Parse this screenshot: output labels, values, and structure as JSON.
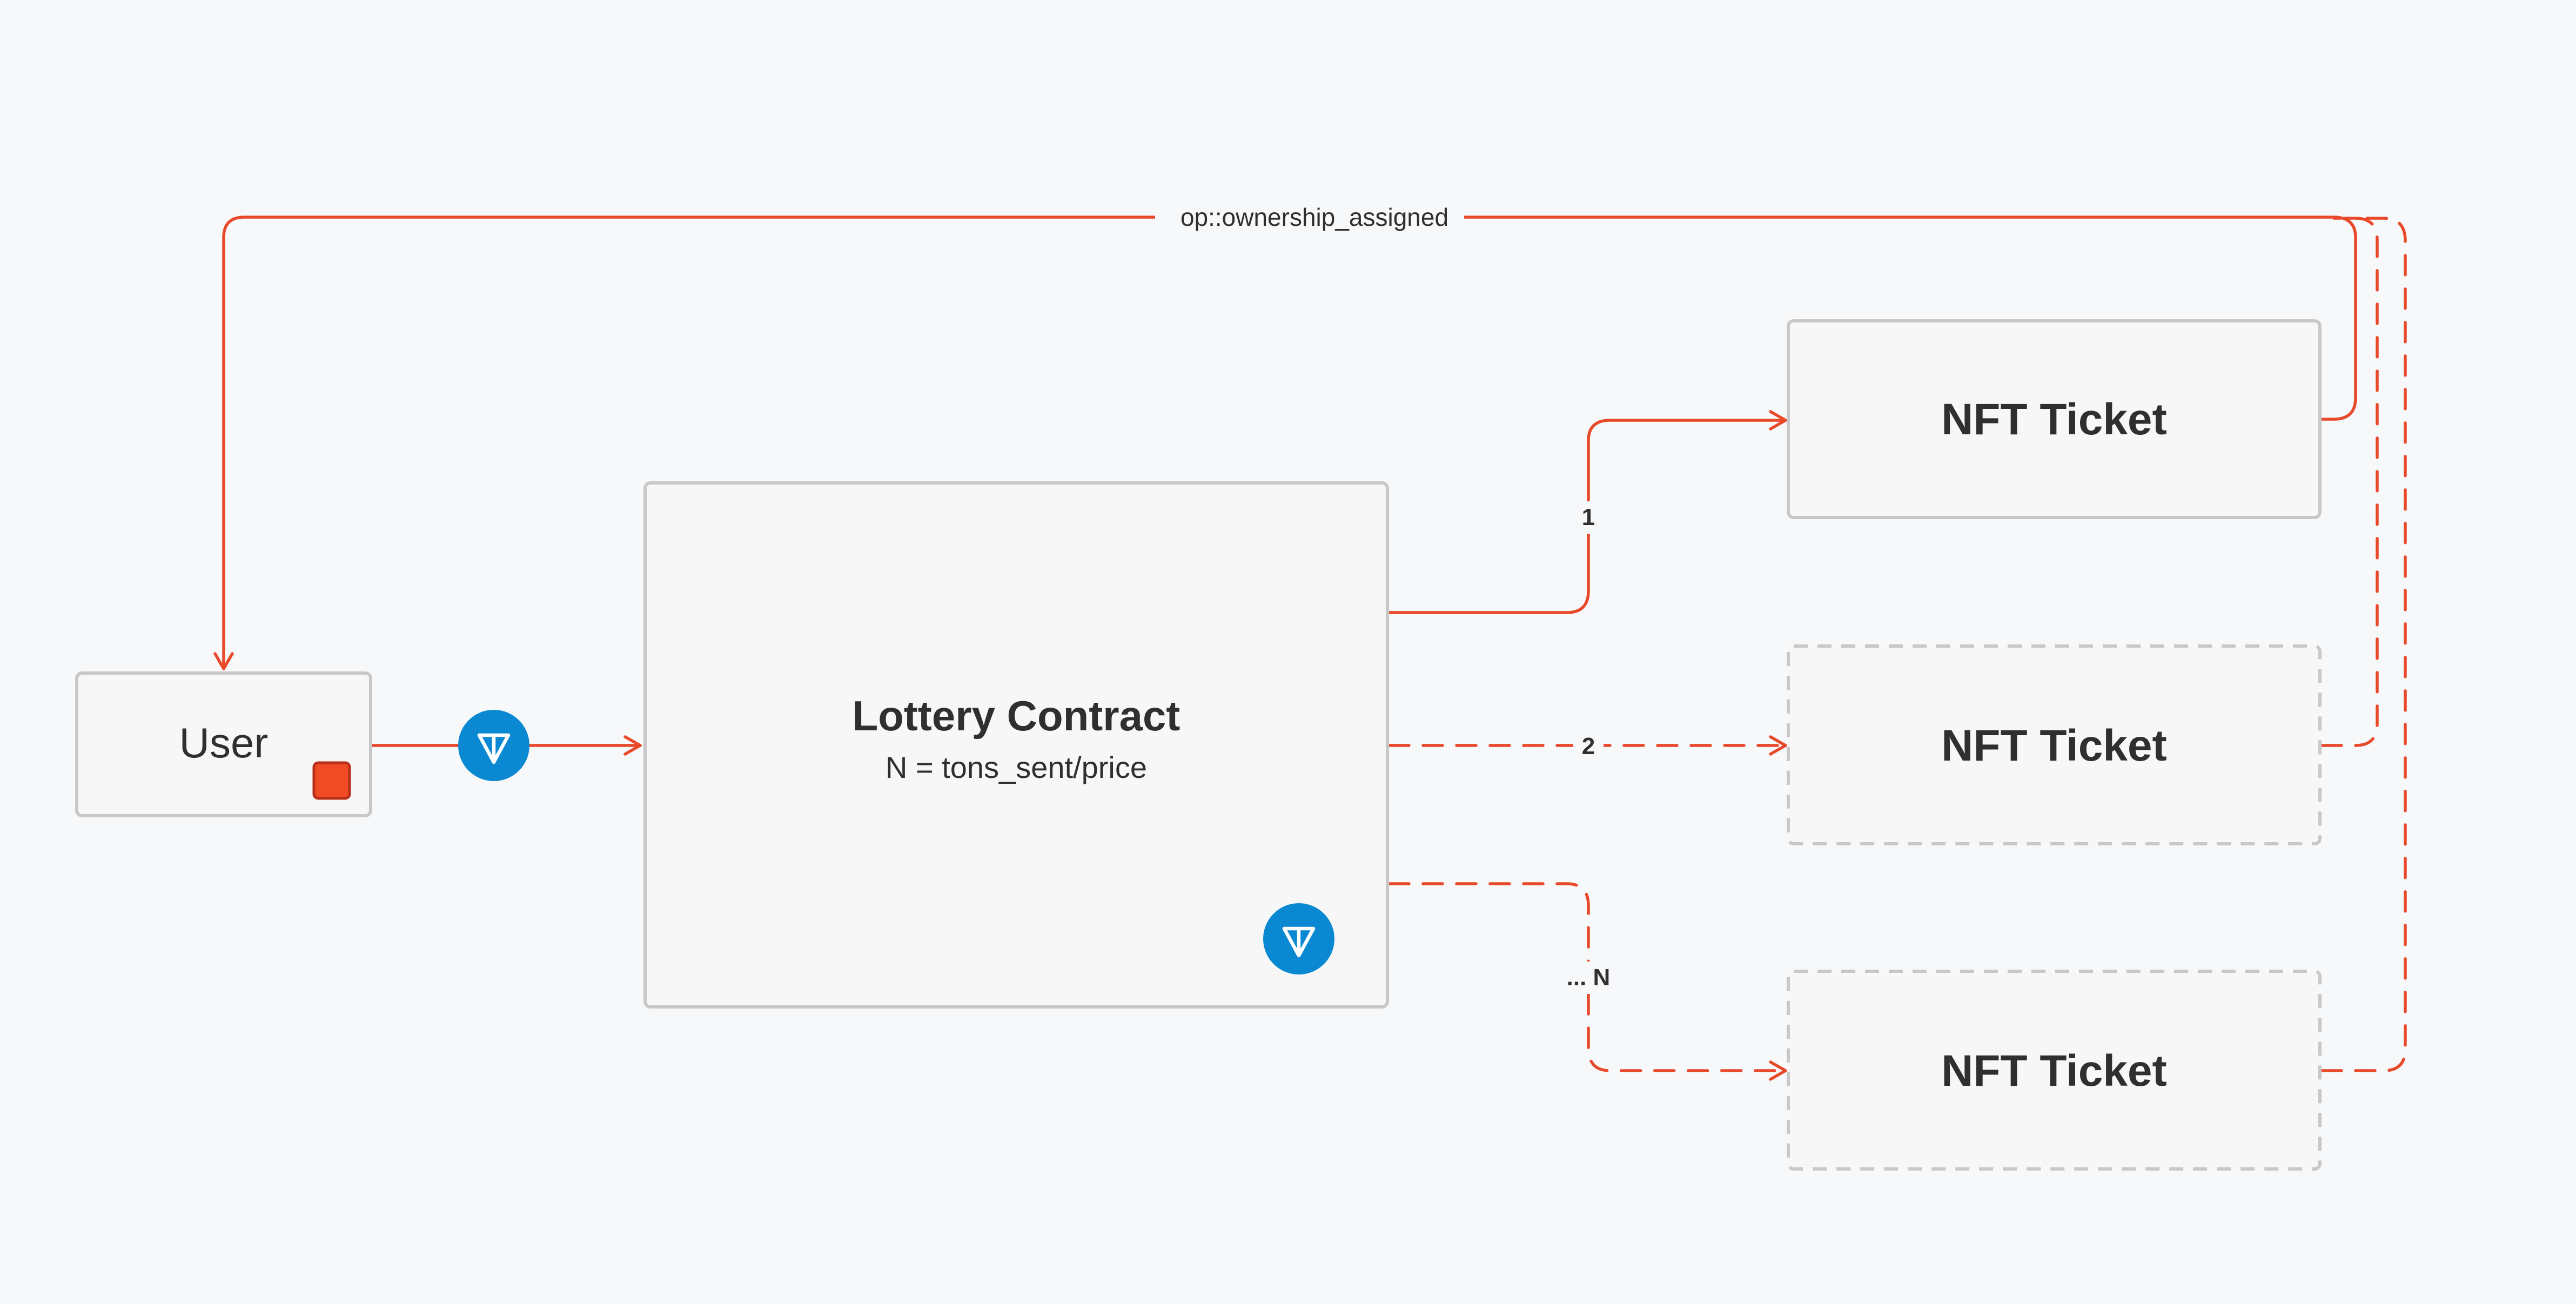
{
  "colors": {
    "background": "#f7f8fa",
    "box_fill": "#f7f7f7",
    "box_border": "#c8c8c8",
    "edge": "#e8492a",
    "ton_badge": "#0a88d1",
    "ton_glyph": "#ffffff",
    "user_token": "#f14b25",
    "user_token_border": "#b7301a",
    "text": "#2f2f2f"
  },
  "nodes": {
    "user": {
      "label": "User",
      "badge_icon": "red-square-icon"
    },
    "lottery": {
      "title": "Lottery Contract",
      "subtitle": "N = tons_sent/price",
      "badge_icon": "ton-icon"
    },
    "tickets": [
      {
        "label": "NFT Ticket",
        "style": "solid"
      },
      {
        "label": "NFT Ticket",
        "style": "dashed"
      },
      {
        "label": "NFT Ticket",
        "style": "dashed"
      }
    ]
  },
  "edges": {
    "user_to_lottery": {
      "badge_icon": "ton-icon"
    },
    "lottery_to_ticket_1": {
      "label": "1",
      "style": "solid"
    },
    "lottery_to_ticket_2": {
      "label": "2",
      "style": "dashed"
    },
    "lottery_to_ticket_n": {
      "label": "... N",
      "style": "dashed"
    },
    "tickets_to_user": {
      "label": "op::ownership_assigned"
    }
  }
}
